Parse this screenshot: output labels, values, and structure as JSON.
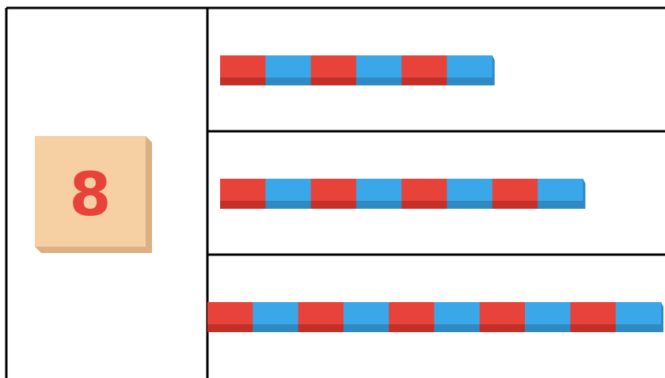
{
  "tile": {
    "number": "8",
    "face_color": "#f6cfa3",
    "side_color": "#d9b184",
    "text_color": "#e8433a"
  },
  "rods": [
    {
      "segments": 6
    },
    {
      "segments": 8
    },
    {
      "segments": 10
    }
  ],
  "colors": {
    "red_top": "#e8433a",
    "red_side": "#c43028",
    "blue_top": "#3aa8e8",
    "blue_side": "#2f8ac4",
    "grid_line": "#000000"
  }
}
